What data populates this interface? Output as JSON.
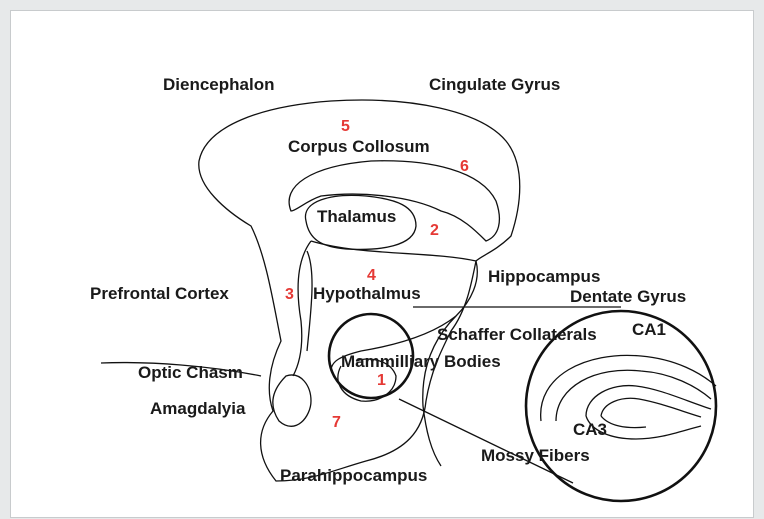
{
  "labels": {
    "diencephalon": "Diencephalon",
    "cingulate_gyrus": "Cingulate Gyrus",
    "corpus_collosum": "Corpus Collosum",
    "thalamus": "Thalamus",
    "hippocampus": "Hippocampus",
    "prefrontal_cortex": "Prefrontal Cortex",
    "hypothalmus": "Hypothalmus",
    "dentate_gyrus": "Dentate Gyrus",
    "schaffer_collaterals": "Schaffer Collaterals",
    "ca1": "CA1",
    "optic_chasm": "Optic Chasm",
    "mammilliary_bodies": "Mammilliary Bodies",
    "amagdalyia": "Amagdalyia",
    "ca3": "CA3",
    "mossy_fibers": "Mossy Fibers",
    "parahippocampus": "Parahippocampus"
  },
  "numbers": {
    "n1": "1",
    "n2": "2",
    "n3": "3",
    "n4": "4",
    "n5": "5",
    "n6": "6",
    "n7": "7"
  },
  "colors": {
    "number_color": "#e53935",
    "line_color": "#111111",
    "canvas_bg": "#ffffff",
    "frame_bg": "#e7e9ea"
  }
}
